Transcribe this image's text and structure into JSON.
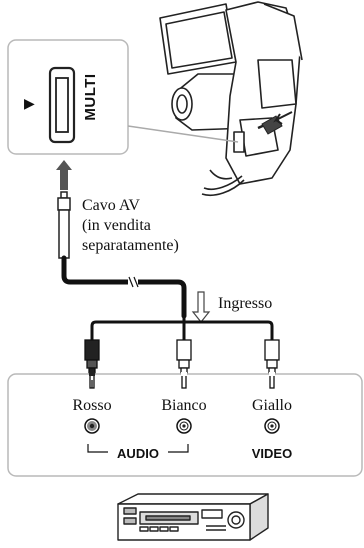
{
  "port_panel": {
    "label": "MULTI",
    "pointer_glyph": "▶"
  },
  "cable": {
    "name": "Cavo AV",
    "note_line1": "(in vendita",
    "note_line2": "separatamente)"
  },
  "signal": {
    "direction_label": "Ingresso"
  },
  "connectors": [
    {
      "label": "Rosso",
      "plug_color": "#222222"
    },
    {
      "label": "Bianco",
      "plug_color": "#ffffff"
    },
    {
      "label": "Giallo",
      "plug_color": "#ffffff"
    }
  ],
  "groups": {
    "audio": "AUDIO",
    "video": "VIDEO"
  },
  "icons": [
    "camcorder-icon",
    "vcr-icon",
    "arrow-up-icon",
    "arrow-down-icon",
    "break-mark-icon"
  ]
}
